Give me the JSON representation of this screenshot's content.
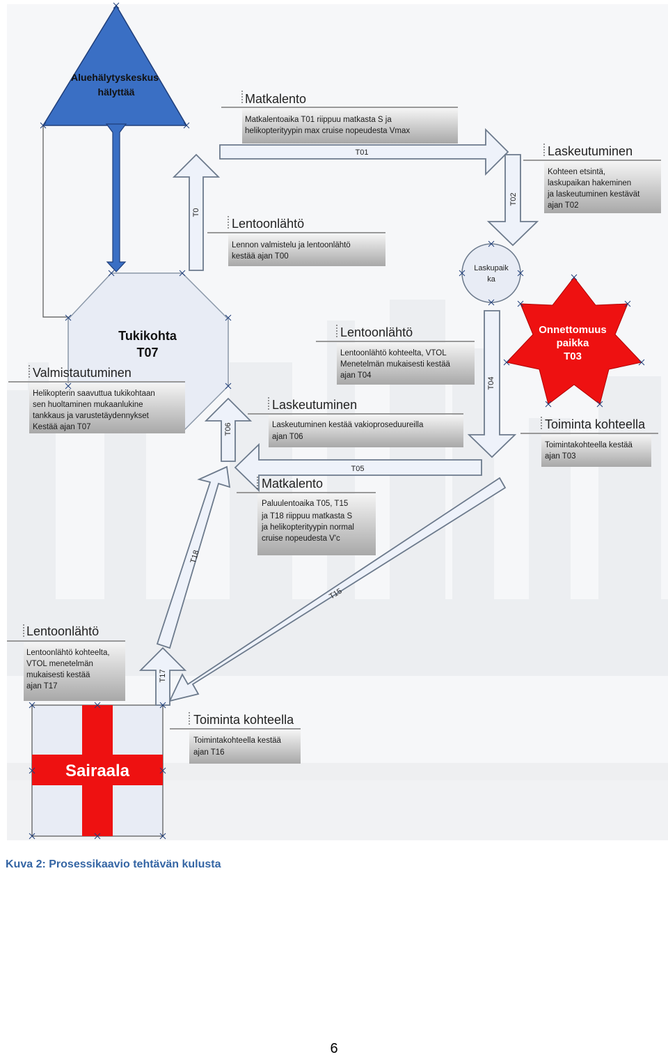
{
  "colors": {
    "triangle": "#3a6fc4",
    "star": "#ee1111",
    "cross": "#ee1111",
    "pale_shape": "#e8ecf5",
    "arrow_fill": "#eef2fa",
    "arrow_stroke": "#6c7a8c"
  },
  "shapes": {
    "triangle_label": [
      "Aluehälytyskeskus",
      "hälyttää"
    ],
    "octagon_label": [
      "Tukikohta",
      "T07"
    ],
    "circle_label": [
      "Laskupaik",
      "ka"
    ],
    "star_label": [
      "Onnettomuus",
      "paikka",
      "T03"
    ],
    "cross_label": "Sairaala"
  },
  "panels": [
    {
      "title": "Matkalento",
      "lines": [
        "Matkalentoaika T01 riippuu matkasta  S ja",
        "helikopterityypin max cruise nopeudesta Vmax"
      ]
    },
    {
      "title": "Laskeutuminen",
      "lines": [
        "Kohteen etsintä,",
        " laskupaikan hakeminen",
        "ja laskeutuminen kestävät",
        "ajan T02"
      ]
    },
    {
      "title": "Lentoonlähtö",
      "lines": [
        "Lennon valmistelu ja lentoonlähtö",
        "kestää ajan T00"
      ]
    },
    {
      "title": "Lentoonlähtö",
      "lines": [
        "Lentoonlähtö kohteelta, VTOL",
        "Menetelmän mukaisesti kestää",
        "ajan T04"
      ]
    },
    {
      "title": "Valmistautuminen",
      "lines": [
        "Helikopterin saavuttua tukikohtaan",
        "sen huoltaminen mukaanlukine",
        "tankkaus ja varustetäydennykset",
        "Kestää ajan T07"
      ]
    },
    {
      "title": "Laskeutuminen",
      "lines": [
        "Laskeutuminen kestää vakioproseduureilla",
        "ajan T06"
      ]
    },
    {
      "title": "Toiminta kohteella",
      "lines": [
        "Toimintakohteella kestää",
        "ajan T03"
      ]
    },
    {
      "title": "Matkalento",
      "lines": [
        "Paluulentoaika T05, T15",
        "ja T18 riippuu matkasta S",
        "ja helikopterityypin normal",
        "cruise nopeudesta V'c"
      ]
    },
    {
      "title": "Lentoonlähtö",
      "lines": [
        "Lentoonlähtö kohteelta,",
        "VTOL menetelmän",
        "mukaisesti kestää",
        "ajan T17"
      ]
    },
    {
      "title": "Toiminta kohteella",
      "lines": [
        "Toimintakohteella kestää",
        "ajan T16"
      ]
    }
  ],
  "arrows": [
    "T01",
    "T02",
    "T0",
    "T04",
    "T05",
    "T06",
    "T18",
    "T15",
    "T17"
  ],
  "caption": "Kuva 2: Prosessikaavio tehtävän kulusta",
  "page_number": "6"
}
